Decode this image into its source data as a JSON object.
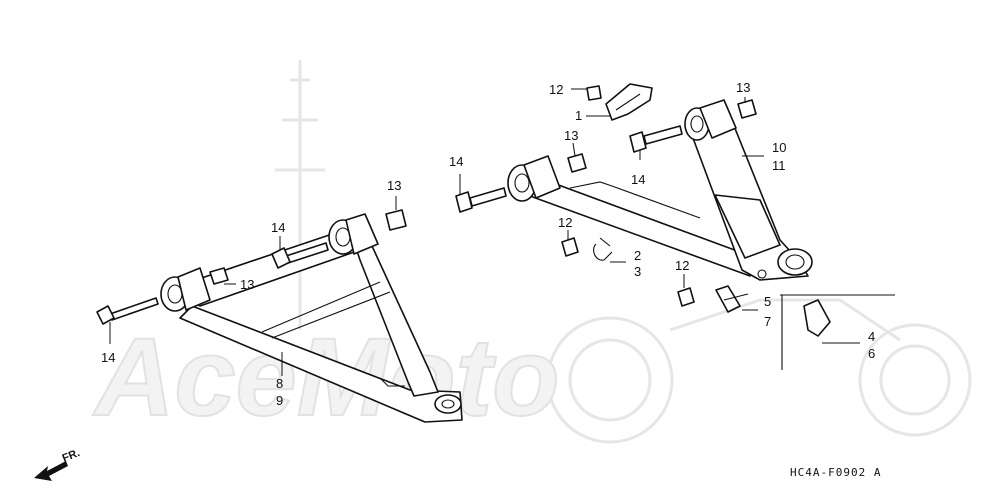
{
  "watermark_text": "AceMoto",
  "diagram_code": "HC4A-F0902 A",
  "direction_label": "FR.",
  "callouts": {
    "c1": "1",
    "c12a": "12",
    "c13a": "13",
    "c10": "10",
    "c11": "11",
    "c13b": "13",
    "c14a": "14",
    "c14b": "14",
    "c12b": "12",
    "c2": "2",
    "c3": "3",
    "c13c": "13",
    "c12c": "12",
    "c5": "5",
    "c7": "7",
    "c4": "4",
    "c6": "6",
    "c14c": "14",
    "c13d": "13",
    "c14d": "14",
    "c8": "8",
    "c9": "9"
  }
}
